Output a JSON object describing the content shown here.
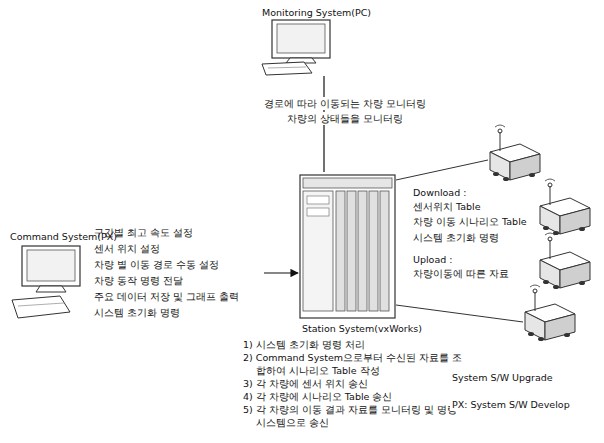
{
  "diagram": {
    "nodes": [
      {
        "text": [
          "Monitoring System(PC)"
        ]
      },
      {
        "text": [
          "Command System(PX)",
          "구간별 최고 속도 설정",
          "센서 위치 설정",
          "차량 별 이동 경로 수동 설정",
          "차량 동작 명령 전달",
          "주요 데이터 저장 및 그래프 출력",
          "시스템 초기화 명령"
        ]
      },
      {
        "text": [
          "Station System(vxWorks)",
          "1) 시스템 초기화 명령 처리",
          "2) Command System으로부터 수신된 자료를 조합하여 시나리오 Table 작성",
          "3) 각 차량에 센서 위치 송신",
          "4) 각 차량에 시나리오 Table 송신",
          "5) 각 차량의 이동 결과 자료를 모니터링 및 명령 시스템으로 송신"
        ]
      }
    ],
    "edges": [
      {
        "from": 1,
        "to": 2,
        "arrow": "to"
      },
      {
        "from": 2,
        "to": 0,
        "arrow": "none"
      }
    ],
    "labels": [
      "경로에 따라 이동되는 차량 모니터링",
      "차량의 상태들을 모니터링",
      "Download :",
      "센서위치 Table",
      "차량 이동 시나리오 Table",
      "시스템 초기화 명령",
      "Upload :",
      "차량이동에 따른 자료",
      "System S/W Upgrade",
      "PX: System S/W Develop"
    ]
  }
}
